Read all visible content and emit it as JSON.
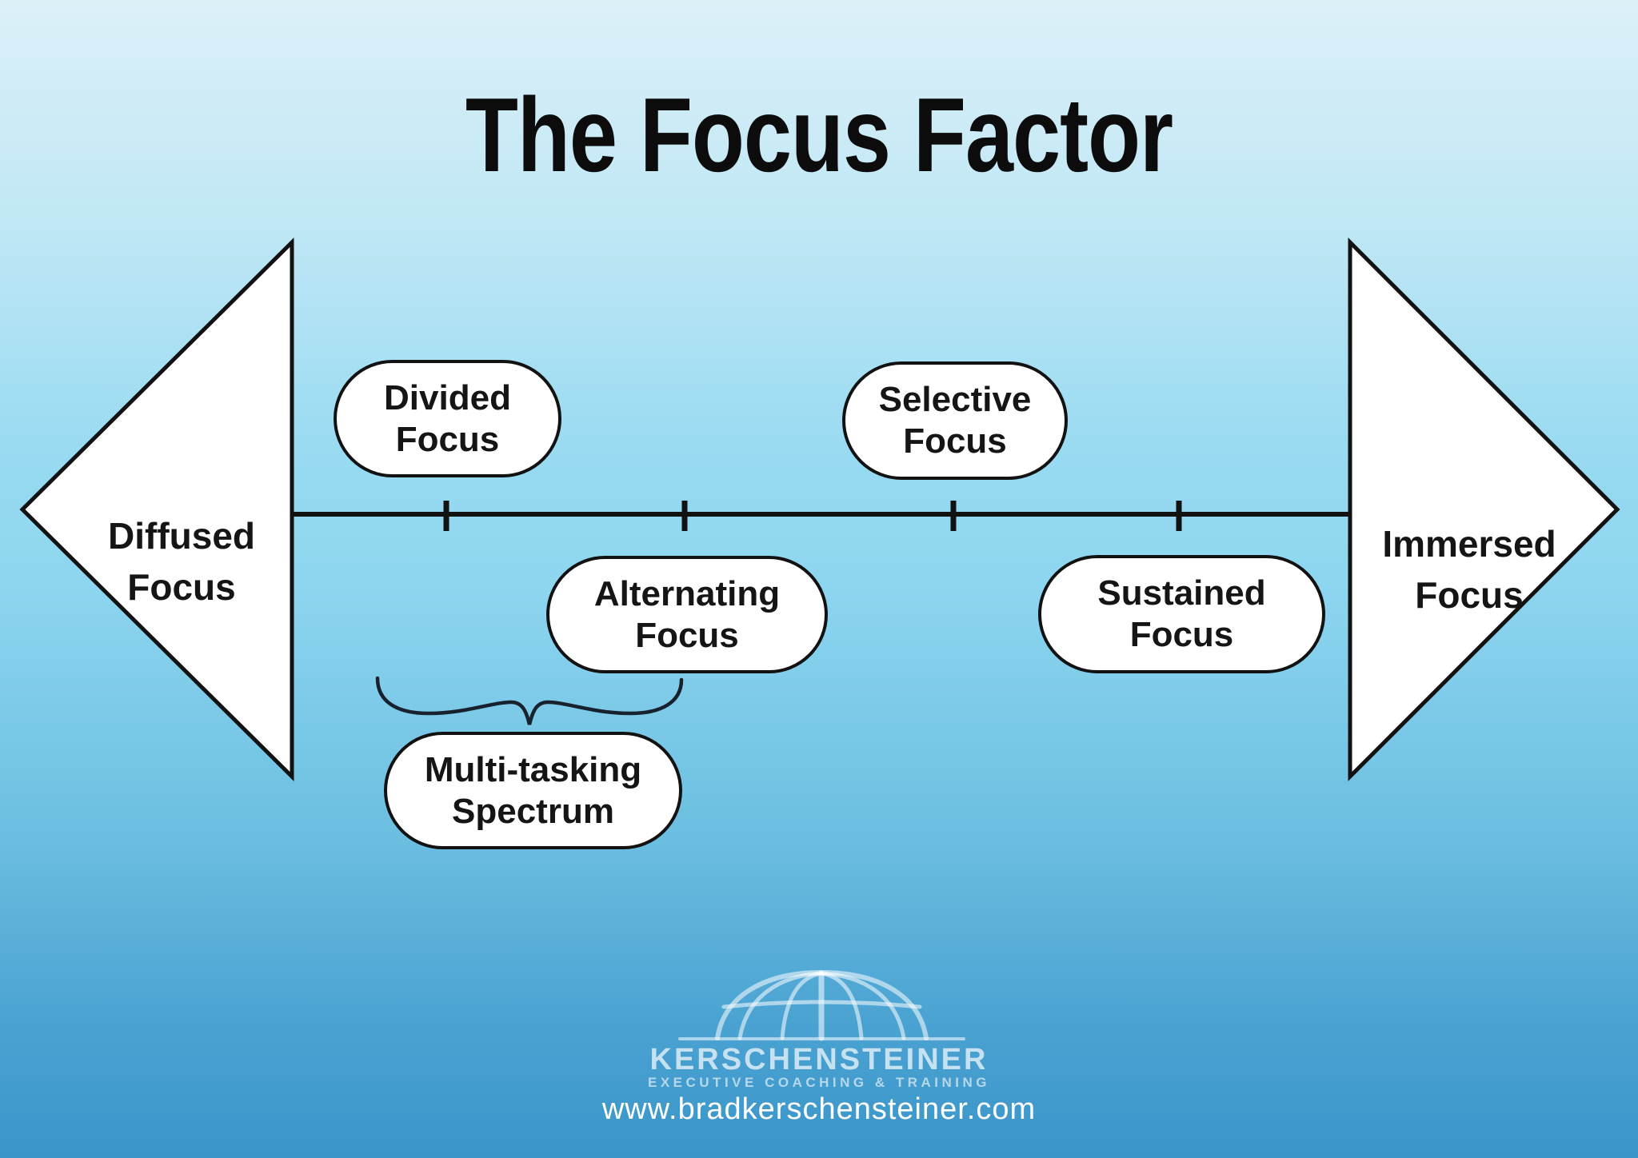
{
  "title": "The Focus Factor",
  "axis": {
    "left_arrow_label": "Diffused\nFocus",
    "right_arrow_label": "Immersed\nFocus",
    "tick_count": 4
  },
  "pills": {
    "divided": "Divided\nFocus",
    "selective": "Selective\nFocus",
    "alternating": "Alternating\nFocus",
    "sustained": "Sustained\nFocus",
    "multitasking": "Multi-tasking\nSpectrum"
  },
  "footer": {
    "brand": "KERSCHENSTEINER",
    "tagline": "EXECUTIVE COACHING & TRAINING",
    "website": "www.bradkerschensteiner.com"
  },
  "colors": {
    "background_top": "#dcf0f8",
    "background_mid": "#8ed6f0",
    "background_bottom": "#3a95c9",
    "ink": "#121212",
    "pill_fill": "#ffffff",
    "logo_tint": "rgba(255,255,255,0.55)"
  }
}
